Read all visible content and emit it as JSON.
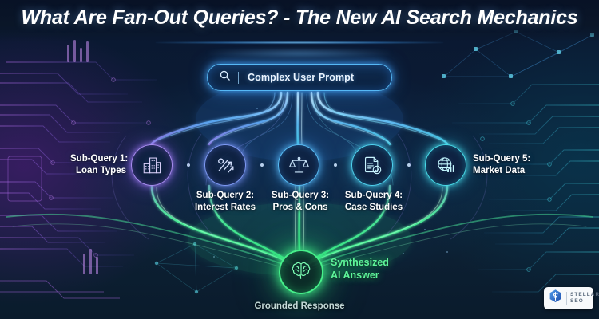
{
  "title": "What Are Fan-Out Queries? - The New AI Search Mechanics",
  "prompt": {
    "icon": "search-icon",
    "text": "Complex User Prompt"
  },
  "nodes": [
    {
      "id": 1,
      "icon": "office-buildings-icon",
      "line1": "Sub-Query 1:",
      "line2": "Loan Types",
      "color": "#a88cf0"
    },
    {
      "id": 2,
      "icon": "percent-growth-icon",
      "line1": "Sub-Query 2:",
      "line2": "Interest Rates",
      "color": "#7f9af5"
    },
    {
      "id": 3,
      "icon": "balance-scales-icon",
      "line1": "Sub-Query 3:",
      "line2": "Pros & Cons",
      "color": "#59bdf7"
    },
    {
      "id": 4,
      "icon": "document-check-icon",
      "line1": "Sub-Query 4:",
      "line2": "Case Studies",
      "color": "#4fd4f0"
    },
    {
      "id": 5,
      "icon": "globe-chart-icon",
      "line1": "Sub-Query 5:",
      "line2": "Market Data",
      "color": "#49dcea"
    }
  ],
  "answer": {
    "icon": "brain-icon",
    "line1": "Synthesized",
    "line2": "AI Answer",
    "caption": "Grounded Response",
    "color": "#46f08a"
  },
  "logo": {
    "icon": "stellar-seo-hex-s-icon",
    "name_line1": "STELLAR",
    "name_line2": "SEO",
    "color": "#2a66c8"
  }
}
